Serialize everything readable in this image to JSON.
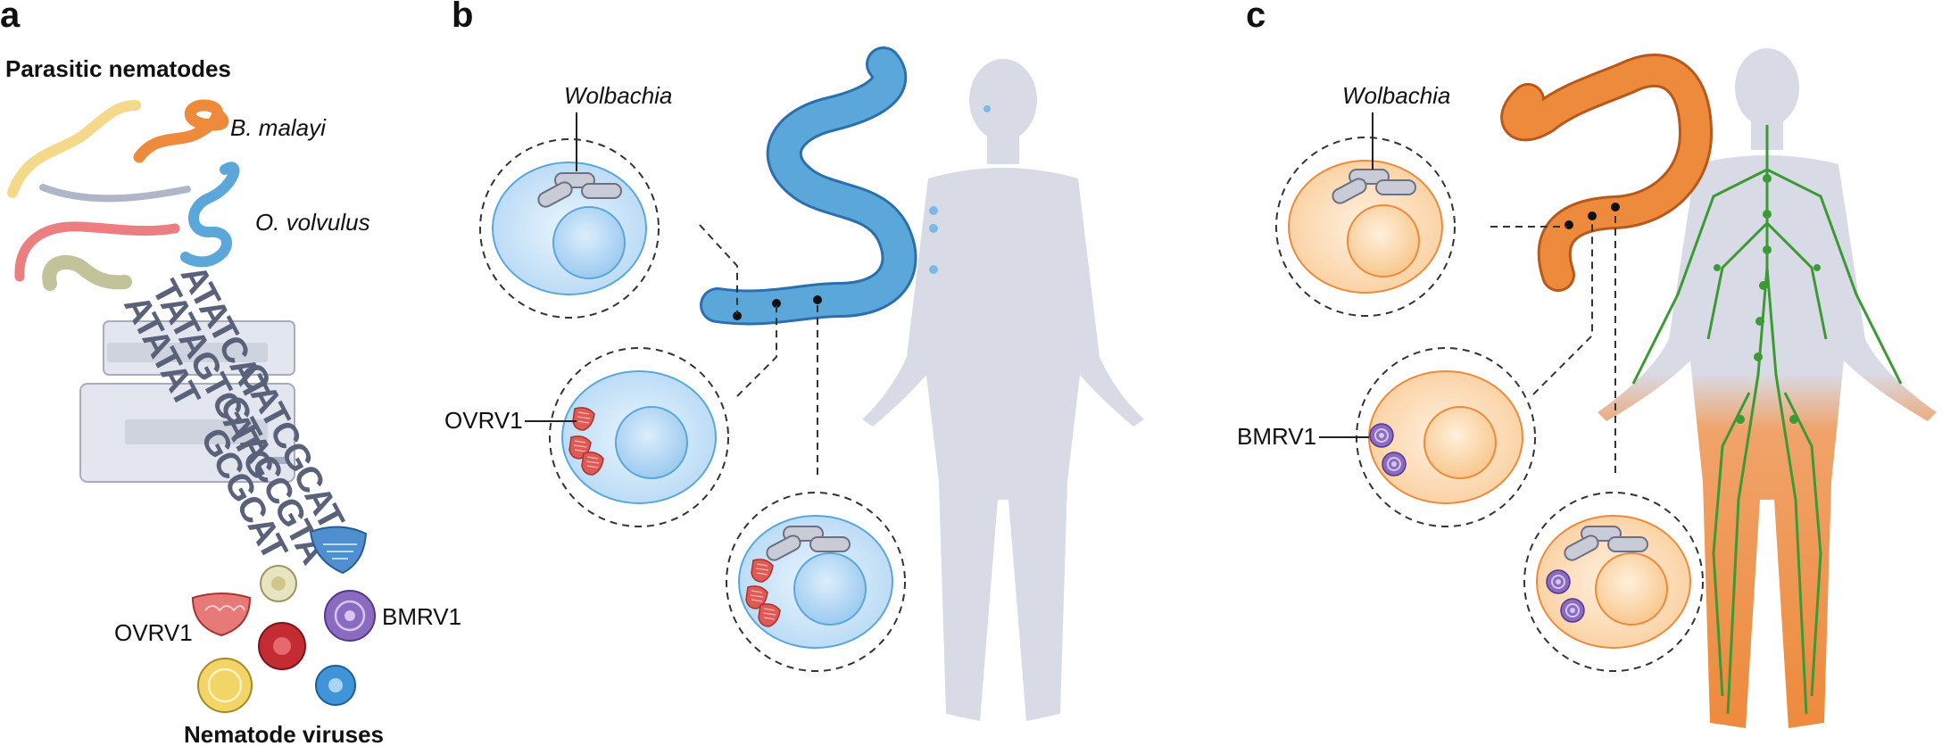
{
  "panels": {
    "a": {
      "letter": "a",
      "title": "Parasitic nematodes",
      "species": [
        "B. malayi",
        "O. volvulus"
      ],
      "sequence_lines": [
        "ATATAT",
        "TATAGTCATG",
        "ATATCAT",
        "GCGCAT",
        "GTACCGTA",
        "CATCGCAT"
      ],
      "virus_labels": [
        "OVRV1",
        "BMRV1"
      ],
      "footer": "Nematode viruses"
    },
    "b": {
      "letter": "b",
      "symbiont_label": "Wolbachia",
      "virus_label": "OVRV1"
    },
    "c": {
      "letter": "c",
      "symbiont_label": "Wolbachia",
      "virus_label": "BMRV1"
    }
  },
  "colors": {
    "blue_worm": "#5ba7da",
    "orange_worm": "#ee8a3c",
    "cell_blue": "#cfe6fa",
    "cell_orange": "#fde0bf",
    "human": "#d8dbe6",
    "lymph": "#3c9a35",
    "ovrv1": "#e05a55",
    "bmrv1": "#8a6bc0"
  }
}
